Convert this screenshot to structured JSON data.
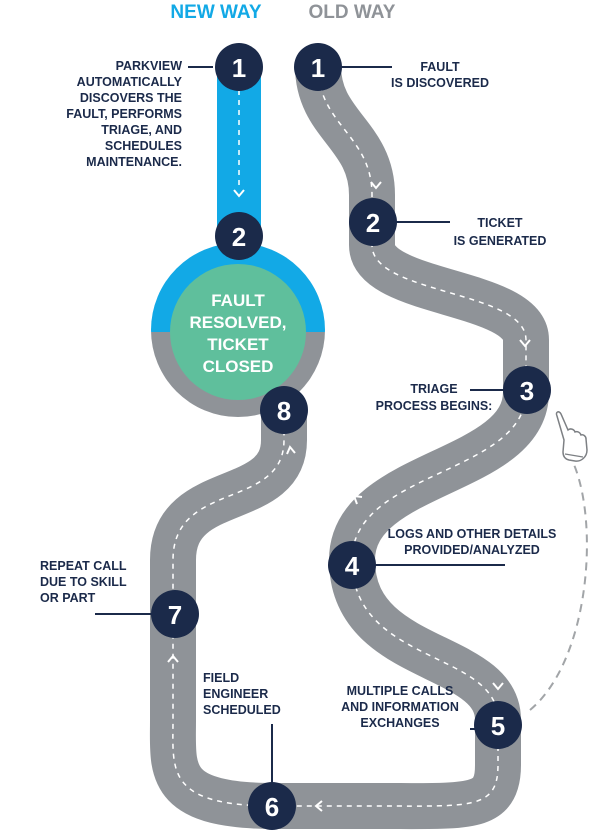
{
  "headings": {
    "new_way": "NEW WAY",
    "old_way": "OLD WAY"
  },
  "colors": {
    "navy": "#1b2a4a",
    "road": "#8f9398",
    "blue": "#12a9e6",
    "green": "#5fbf9c",
    "pointer": "#a2a5a8"
  },
  "new_way": {
    "steps": [
      "1",
      "2"
    ],
    "label_lines": [
      "PARKVIEW",
      "AUTOMATICALLY",
      "DISCOVERS THE",
      "FAULT, PERFORMS",
      "TRIAGE, AND",
      "SCHEDULES",
      "MAINTENANCE."
    ],
    "result_lines": [
      "FAULT",
      "RESOLVED,",
      "TICKET",
      "CLOSED"
    ]
  },
  "old_way": {
    "steps": [
      {
        "number": "1",
        "label_lines": [
          "FAULT",
          "IS DISCOVERED"
        ]
      },
      {
        "number": "2",
        "label_lines": [
          "TICKET",
          "IS GENERATED"
        ]
      },
      {
        "number": "3",
        "label_lines": [
          "TRIAGE",
          "PROCESS BEGINS:"
        ]
      },
      {
        "number": "4",
        "label_lines": [
          "LOGS AND OTHER DETAILS",
          "PROVIDED/ANALYZED"
        ]
      },
      {
        "number": "5",
        "label_lines": [
          "MULTIPLE CALLS",
          "AND INFORMATION",
          "EXCHANGES"
        ]
      },
      {
        "number": "6",
        "label_lines": [
          "FIELD",
          "ENGINEER",
          "SCHEDULED"
        ]
      },
      {
        "number": "7",
        "label_lines": [
          "REPEAT CALL",
          "DUE TO SKILL",
          "OR PART"
        ]
      },
      {
        "number": "8",
        "label_lines": []
      }
    ]
  }
}
